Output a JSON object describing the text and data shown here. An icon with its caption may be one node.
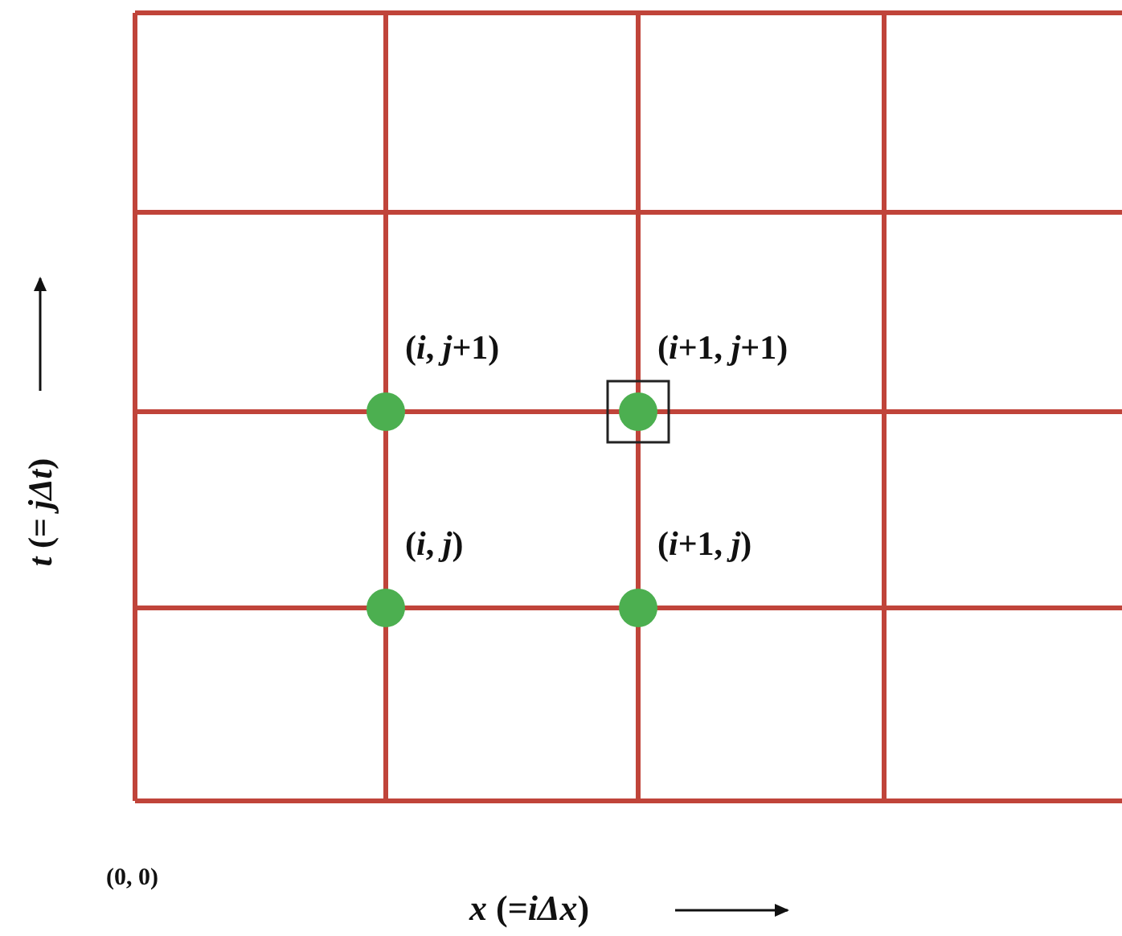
{
  "diagram": {
    "nodes": [
      {
        "text": [],
        "shape": "circle",
        "beside": [
          "(*i*, *j*+1)"
        ]
      },
      {
        "text": [],
        "shape": "circle",
        "beside": [
          "(*i*+1, *j*+1)"
        ]
      },
      {
        "text": [],
        "shape": "circle",
        "beside": [
          "(*i*, *j*)"
        ]
      },
      {
        "text": [],
        "shape": "circle",
        "beside": [
          "(*i*+1, *j*)"
        ]
      }
    ],
    "labels": [
      "*t* (= *jΔt*)",
      "(0, 0)",
      "*x* (=*iΔx*)"
    ]
  }
}
